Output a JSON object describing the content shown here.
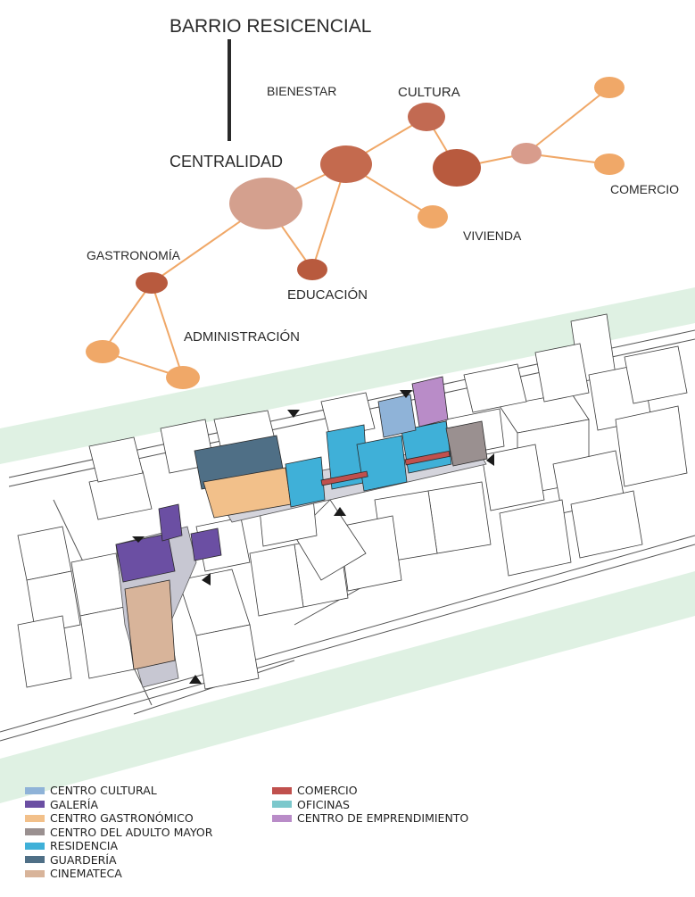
{
  "diagram": {
    "title": "BARRIO RESICENCIAL",
    "nodes": {
      "bienestar": "BIENESTAR",
      "cultura": "CULTURA",
      "centralidad": "CENTRALIDAD",
      "comercio": "COMERCIO",
      "vivienda": "VIVIENDA",
      "gastronomia": "GASTRONOMÍA",
      "educacion": "EDUCACIÓN",
      "administracion": "ADMINISTRACIÓN"
    },
    "colors": {
      "hub": "#d4a08e",
      "node_dark": "#b85a3e",
      "node_mid": "#c46a4e",
      "node_light": "#f0a868",
      "node_pink": "#d89c8c",
      "link": "#f0a868"
    }
  },
  "legend": {
    "left": [
      {
        "label": "CENTRO CULTURAL",
        "color": "#8fb3d8"
      },
      {
        "label": "GALERÍA",
        "color": "#6b4fa3"
      },
      {
        "label": "CENTRO GASTRONÓMICO",
        "color": "#f2c08a"
      },
      {
        "label": "CENTRO DEL ADULTO MAYOR",
        "color": "#9a9090"
      },
      {
        "label": "RESIDENCIA",
        "color": "#3fb0d8"
      },
      {
        "label": "GUARDERÍA",
        "color": "#4f6f86"
      },
      {
        "label": "CINEMATECA",
        "color": "#d8b49a"
      }
    ],
    "right": [
      {
        "label": "COMERCIO",
        "color": "#c0504d"
      },
      {
        "label": "OFICINAS",
        "color": "#7cc8cc"
      },
      {
        "label": "CENTRO DE EMPRENDIMIENTO",
        "color": "#b98cc8"
      }
    ]
  }
}
